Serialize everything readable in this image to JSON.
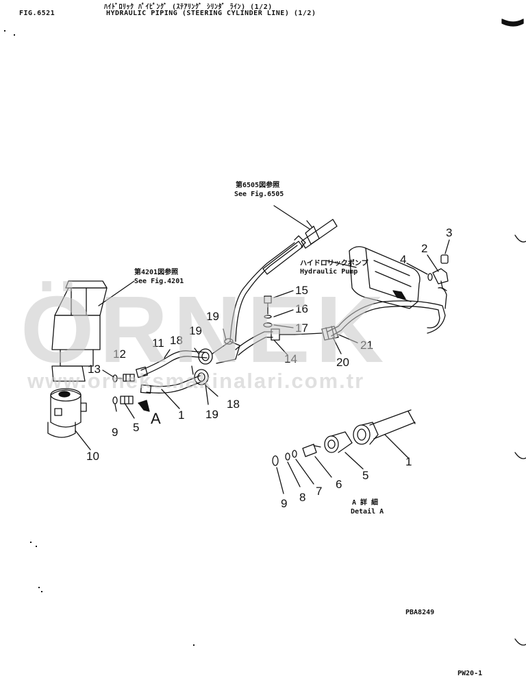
{
  "header": {
    "fig_no": "FIG.6521",
    "title_jp": "ﾊｲﾄﾞﾛﾘｯｸ ﾊﾟｲﾋﾟﾝｸﾞ (ｽﾃｱﾘﾝｸﾞ ｼﾘﾝﾀﾞ ﾗｲﾝ) (1/2)",
    "title_en": "HYDRAULIC PIPING (STEERING CYLINDER LINE) (1/2)"
  },
  "refs": {
    "fig6505_jp": "第6505図参照",
    "fig6505_en": "See Fig.6505",
    "fig4201_jp": "第4201図参照",
    "fig4201_en": "See Fig.4201",
    "pump_jp": "ハイドロリックポンプ",
    "pump_en": "Hydraulic Pump",
    "detail_jp": "A 詳 細",
    "detail_en": "Detail A"
  },
  "callouts": {
    "c1": "1",
    "c2": "2",
    "c3": "3",
    "c4": "4",
    "c5": "5",
    "c6": "6",
    "c7": "7",
    "c8": "8",
    "c9": "9",
    "c10": "10",
    "c11": "11",
    "c12": "12",
    "c13": "13",
    "c14": "14",
    "c15": "15",
    "c16": "16",
    "c17": "17",
    "c18": "18",
    "c19": "19",
    "c20": "20",
    "c21": "21",
    "view_a": "A"
  },
  "drawing_no": "PBA8249",
  "page_no": "PW20-1",
  "watermark": {
    "brand": "ÖRNEK",
    "site": "www.orneksmakinalari.com.tr"
  }
}
